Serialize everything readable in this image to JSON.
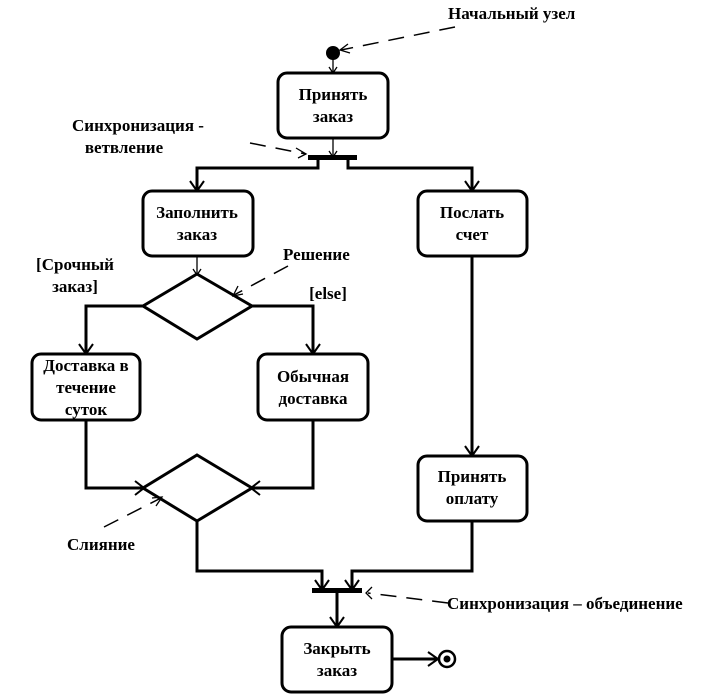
{
  "nodes": {
    "accept_order": [
      "Принять",
      "заказ"
    ],
    "fill_order": [
      "Заполнить",
      "заказ"
    ],
    "send_invoice": [
      "Послать",
      "счет"
    ],
    "delivery_day": [
      "Доставка в",
      "течение",
      "суток"
    ],
    "regular_delivery": [
      "Обычная",
      "доставка"
    ],
    "accept_payment": [
      "Принять",
      "оплату"
    ],
    "close_order": [
      "Закрыть",
      "заказ"
    ]
  },
  "annotations": {
    "start_node": "Начальный узел",
    "sync_fork": [
      "Синхронизация -",
      "ветвление"
    ],
    "decision": "Решение",
    "merge": "Слияние",
    "sync_join": "Синхронизация – объединение"
  },
  "guards": {
    "urgent": [
      "[Срочный",
      "заказ]"
    ],
    "else": "[else]"
  }
}
